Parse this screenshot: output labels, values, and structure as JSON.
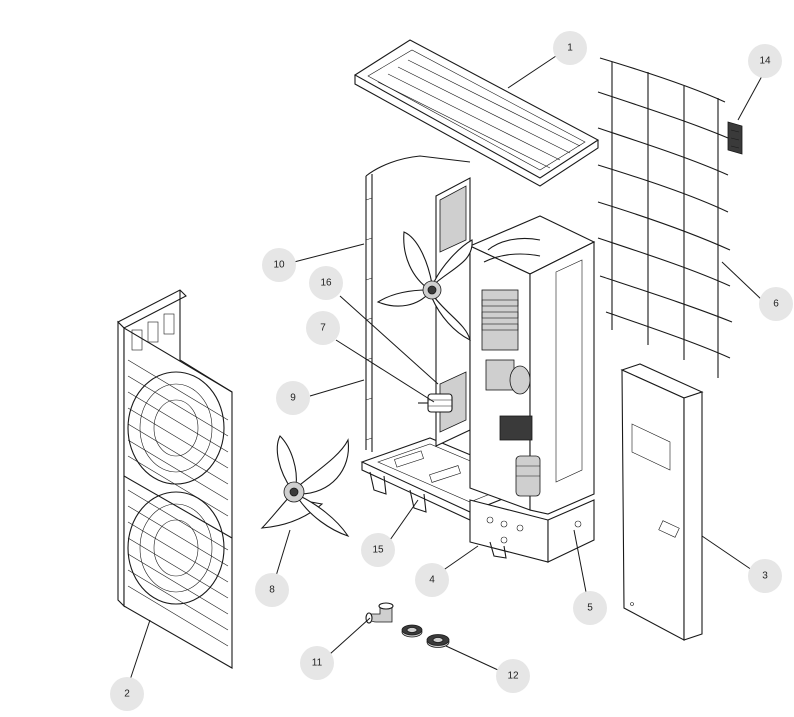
{
  "diagram": {
    "type": "exploded-parts-view",
    "callouts": [
      {
        "id": "1",
        "label": "1"
      },
      {
        "id": "2",
        "label": "2"
      },
      {
        "id": "3",
        "label": "3"
      },
      {
        "id": "4",
        "label": "4"
      },
      {
        "id": "5",
        "label": "5"
      },
      {
        "id": "6",
        "label": "6"
      },
      {
        "id": "7",
        "label": "7"
      },
      {
        "id": "8",
        "label": "8"
      },
      {
        "id": "9",
        "label": "9"
      },
      {
        "id": "10",
        "label": "10"
      },
      {
        "id": "11",
        "label": "11"
      },
      {
        "id": "12",
        "label": "12"
      },
      {
        "id": "14",
        "label": "14"
      },
      {
        "id": "15",
        "label": "15"
      },
      {
        "id": "16",
        "label": "16"
      }
    ]
  }
}
